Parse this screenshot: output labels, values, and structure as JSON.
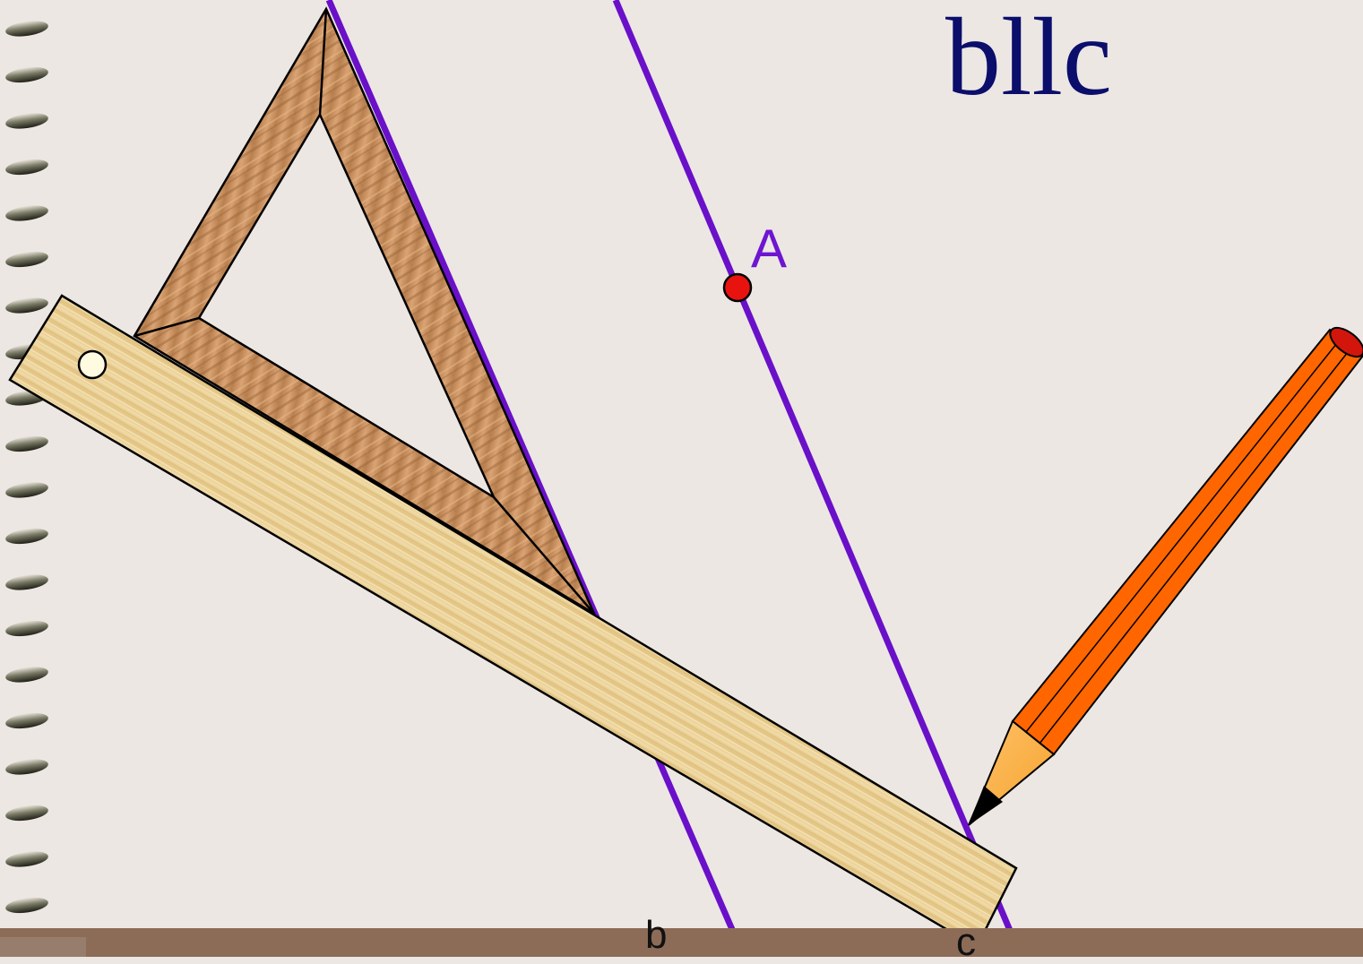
{
  "title": "bllc",
  "labels": {
    "point": "A",
    "line_b": "b",
    "line_c": "c"
  },
  "icons": {
    "spiral_binding": "notebook-spiral-rings",
    "pencil": "pencil-icon"
  },
  "colors": {
    "paper": "#ece7e3",
    "title": "#0b0e6b",
    "parallel_lines": "#6a10c9",
    "point_A_fill": "#e8130f",
    "point_A_label": "#6e15d1",
    "ruler": "#ecd39b",
    "set_square": "#c98c5d",
    "pencil_body": "#ff6600",
    "bottom_bar": "#8d6c57"
  }
}
